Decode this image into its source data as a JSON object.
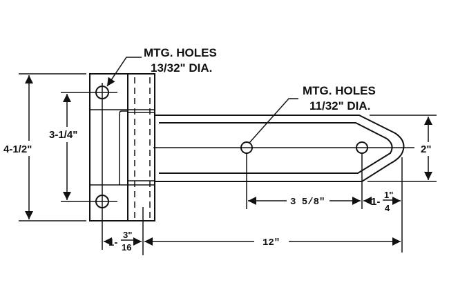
{
  "callouts": {
    "left_holes": {
      "line1": "MTG. HOLES",
      "line2": "13/32\" DIA."
    },
    "right_holes": {
      "line1": "MTG. HOLES",
      "line2": "11/32\" DIA."
    }
  },
  "dimensions": {
    "overall_height": "4-1/2\"",
    "hole_spacing_vertical": "3-1/4\"",
    "strap_width": "2\"",
    "strap_hole_spacing": "3 5/8\"",
    "tip_offset": {
      "whole": "1-",
      "num": "1\"",
      "den": "4"
    },
    "plate_offset": {
      "whole": "1-",
      "num": "3\"",
      "den": "16"
    },
    "strap_length": "12\""
  }
}
